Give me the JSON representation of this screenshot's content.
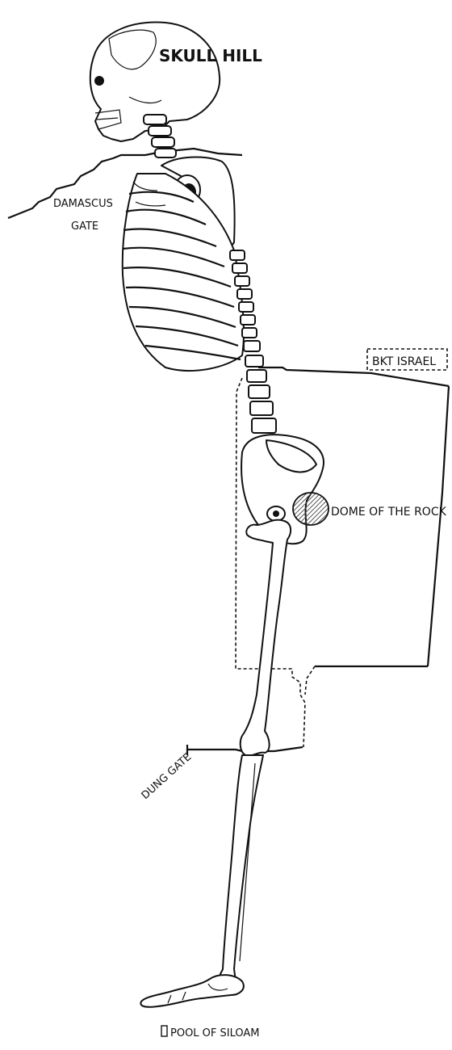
{
  "labels": {
    "skull_hill": "SKULL HILL",
    "damascus_gate_line1": "DAMASCUS",
    "damascus_gate_line2": "GATE",
    "bkt_israel": "BKT ISRAEL",
    "dome_of_the_rock": "DOME OF THE ROCK",
    "dung_gate": "DUNG GATE",
    "pool_of_siloam": "POOL OF SILOAM"
  },
  "colors": {
    "ink": "#111111",
    "background": "#ffffff",
    "hatch": "#555555"
  }
}
